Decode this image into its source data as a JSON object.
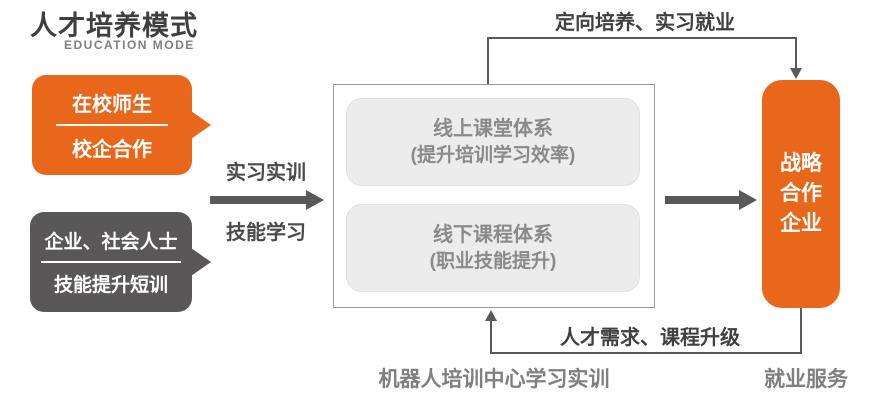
{
  "header": {
    "title": "人才培养模式",
    "subtitle": "EDUCATION MODE"
  },
  "left_bubbles": [
    {
      "name": "school",
      "line1": "在校师生",
      "line2": "校企合作",
      "color": "#e8671b"
    },
    {
      "name": "enterprise",
      "line1": "企业、社会人士",
      "line2": "技能提升短训",
      "color": "#595757"
    }
  ],
  "mid_arrow": {
    "top_label": "实习实训",
    "bottom_label": "技能学习"
  },
  "center_box": {
    "items": [
      {
        "title": "线上课堂体系",
        "subtitle": "(提升培训学习效率)"
      },
      {
        "title": "线下课程体系",
        "subtitle": "(职业技能提升)"
      }
    ],
    "caption": "机器人培训中心学习实训"
  },
  "right_node": {
    "lines": [
      "战略",
      "合作",
      "企业"
    ],
    "caption": "就业服务",
    "color": "#e8671b"
  },
  "top_flow_label": "定向培养、实习就业",
  "bottom_flow_label": "人才需求、课程升级",
  "colors": {
    "accent_orange": "#e8671b",
    "dark_gray": "#595757",
    "arrow_gray": "#595959",
    "label_dark": "#404040",
    "label_gray": "#7f7f7f",
    "inner_box_fill": "#ececec"
  }
}
